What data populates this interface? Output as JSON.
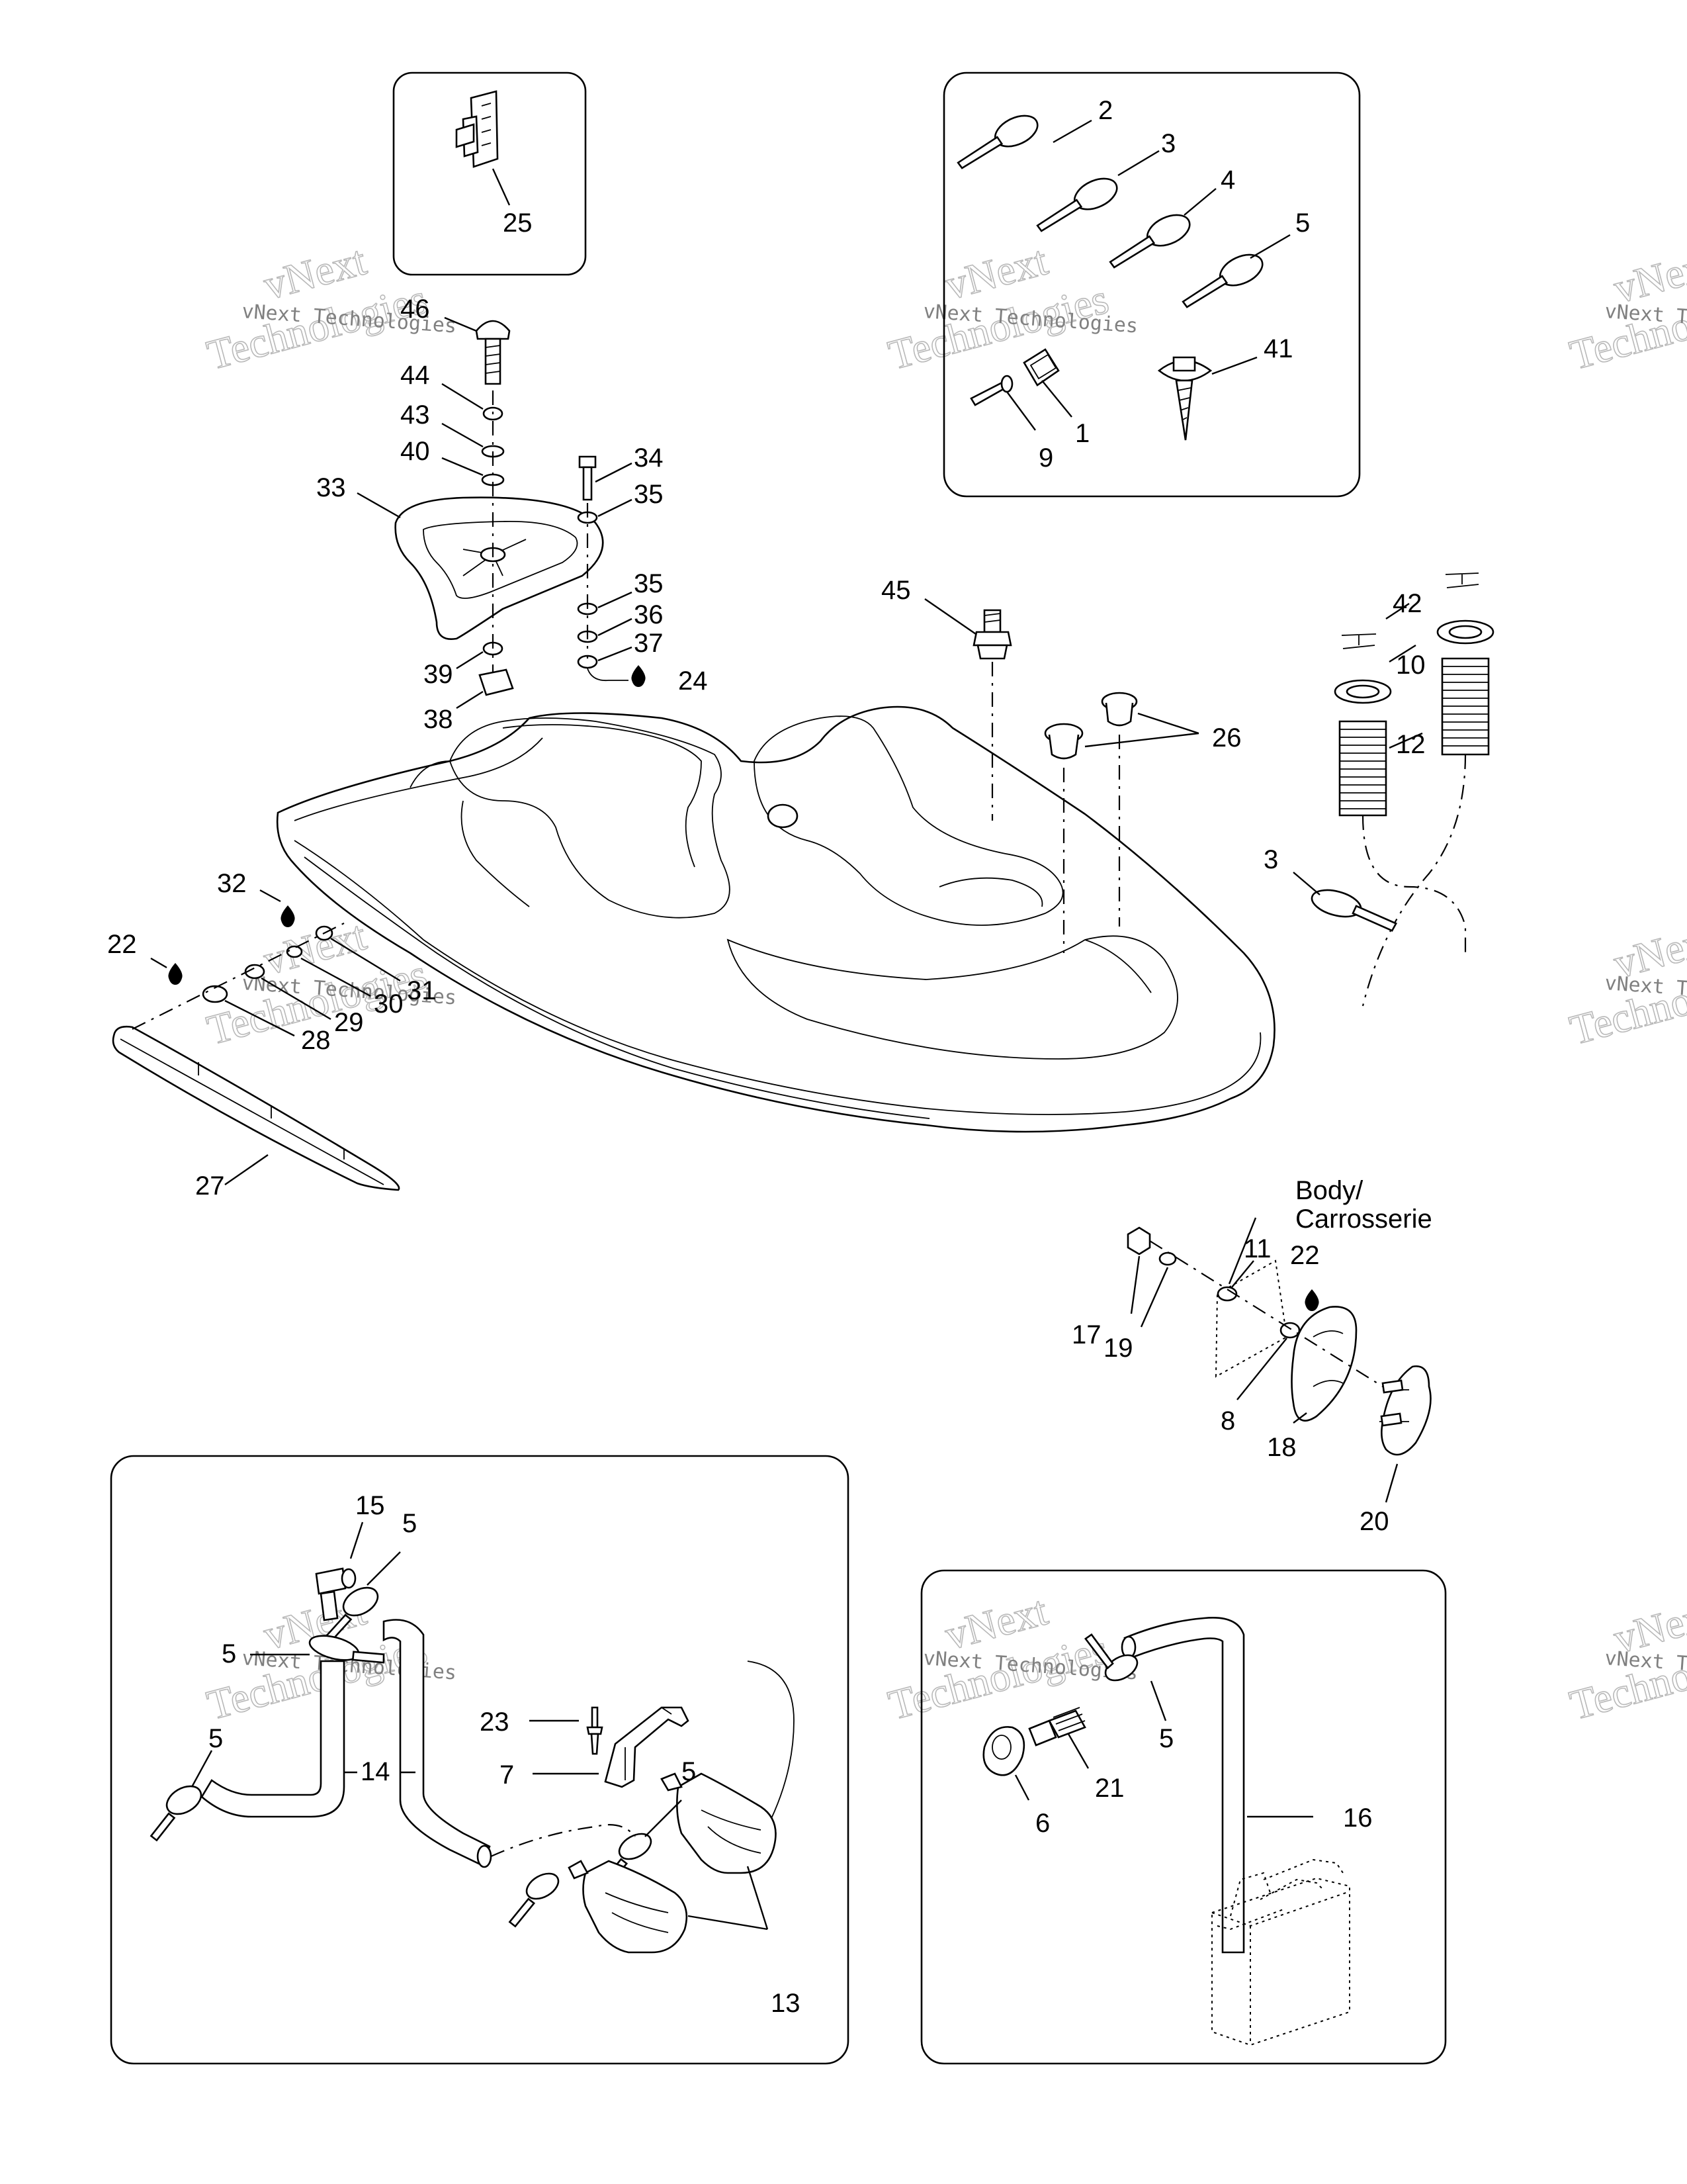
{
  "diagram": {
    "callouts": [
      "1",
      "2",
      "3",
      "3",
      "4",
      "5",
      "5",
      "5",
      "5",
      "5",
      "5",
      "6",
      "7",
      "8",
      "9",
      "10",
      "11",
      "12",
      "13",
      "14",
      "15",
      "16",
      "17",
      "18",
      "19",
      "20",
      "21",
      "22",
      "22",
      "23",
      "24",
      "25",
      "26",
      "27",
      "28",
      "29",
      "30",
      "31",
      "32",
      "33",
      "34",
      "35",
      "35",
      "36",
      "37",
      "38",
      "39",
      "40",
      "41",
      "42",
      "43",
      "44",
      "45",
      "46"
    ],
    "body_label": [
      "Body/",
      "Carrosserie"
    ],
    "watermark": {
      "big": [
        "vNext",
        "Technologies"
      ],
      "small": "vNext Technologies"
    }
  }
}
